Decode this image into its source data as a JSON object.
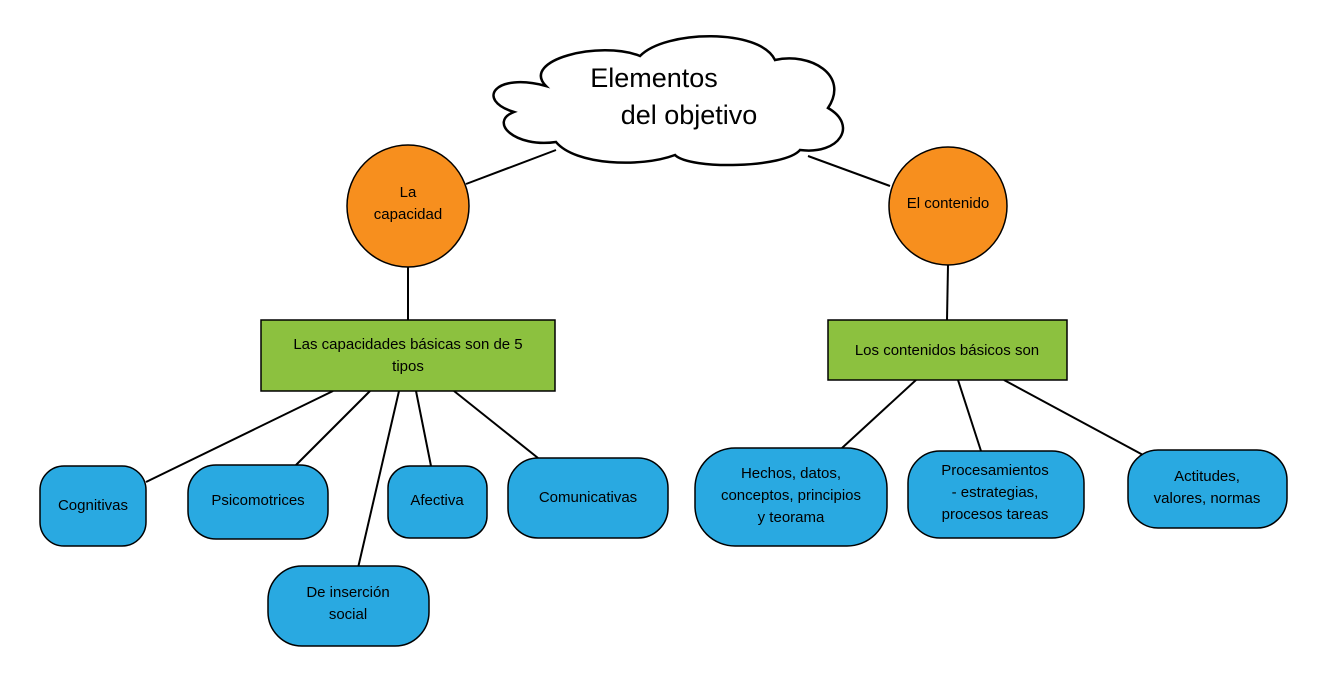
{
  "colors": {
    "circle_fill": "#f78f1e",
    "box_fill": "#8cc13f",
    "pill_fill": "#29a9e1",
    "stroke": "#000000",
    "cloud_fill": "#ffffff"
  },
  "root": {
    "lines": [
      "Elementos",
      "del objetivo"
    ]
  },
  "capacidad": {
    "circle_lines": [
      "La",
      "capacidad"
    ],
    "box_lines": [
      "Las capacidades básicas son de 5",
      "tipos"
    ],
    "types": [
      {
        "lines": [
          "Cognitivas"
        ]
      },
      {
        "lines": [
          "Psicomotrices"
        ]
      },
      {
        "lines": [
          "De inserción",
          "social"
        ]
      },
      {
        "lines": [
          "Afectiva"
        ]
      },
      {
        "lines": [
          "Comunicativas"
        ]
      }
    ]
  },
  "contenido": {
    "circle_lines": [
      "El contenido"
    ],
    "box_lines": [
      "Los contenidos básicos son"
    ],
    "types": [
      {
        "lines": [
          "Hechos, datos,",
          "conceptos, principios",
          "y teorama"
        ]
      },
      {
        "lines": [
          "Procesamientos",
          "- estrategias,",
          "procesos tareas"
        ]
      },
      {
        "lines": [
          "Actitudes,",
          "valores, normas"
        ]
      }
    ]
  }
}
